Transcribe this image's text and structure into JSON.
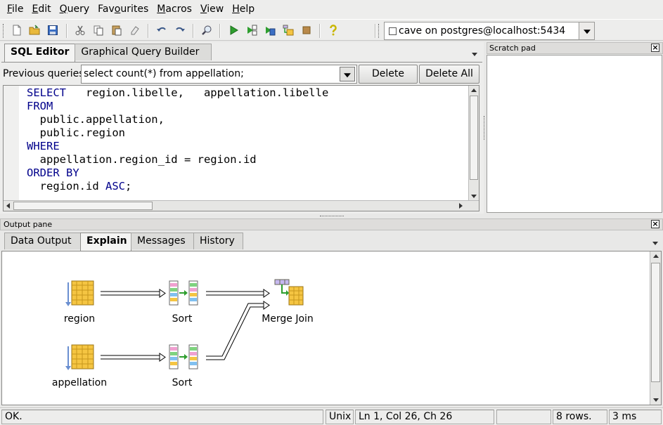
{
  "menu": {
    "items": [
      {
        "mnemonic": "F",
        "rest": "ile"
      },
      {
        "mnemonic": "E",
        "rest": "dit"
      },
      {
        "mnemonic": "Q",
        "rest": "uery"
      },
      {
        "mnemonic": "",
        "rest": "Fav",
        "mnemonic2": "o",
        "rest2": "urites"
      },
      {
        "mnemonic": "M",
        "rest": "acros"
      },
      {
        "mnemonic": "V",
        "rest": "iew"
      },
      {
        "mnemonic": "H",
        "rest": "elp"
      }
    ]
  },
  "toolbar": {
    "connection": "cave on postgres@localhost:5434"
  },
  "editor": {
    "tabs": [
      "SQL Editor",
      "Graphical Query Builder"
    ],
    "active_tab": "SQL Editor",
    "previous_queries_label": "Previous queries",
    "previous_query_value": "select count(*) from appellation;",
    "delete_label": "Delete",
    "delete_all_label": "Delete All",
    "sql_lines": [
      [
        {
          "t": "SELECT",
          "kw": true
        },
        {
          "t": "   region.libelle,   appellation.libelle",
          "kw": false
        }
      ],
      [
        {
          "t": "FROM",
          "kw": true
        }
      ],
      [
        {
          "t": "  public.appellation,",
          "kw": false
        }
      ],
      [
        {
          "t": "  public.region",
          "kw": false
        }
      ],
      [
        {
          "t": "WHERE",
          "kw": true
        }
      ],
      [
        {
          "t": "  appellation.region_id = region.id",
          "kw": false
        }
      ],
      [
        {
          "t": "ORDER BY",
          "kw": true
        }
      ],
      [
        {
          "t": "  region.id ",
          "kw": false
        },
        {
          "t": "ASC",
          "kw": true
        },
        {
          "t": ";",
          "kw": false
        }
      ]
    ]
  },
  "scratch_pad": {
    "title": "Scratch pad",
    "close_glyph": "×"
  },
  "output": {
    "title": "Output pane",
    "close_glyph": "×",
    "tabs": [
      "Data Output",
      "Explain",
      "Messages",
      "History"
    ],
    "active_tab": "Explain",
    "plan_nodes": {
      "region": "region",
      "sort1": "Sort",
      "merge": "Merge Join",
      "appellation": "appellation",
      "sort2": "Sort"
    }
  },
  "status": {
    "message": "OK.",
    "line_endings": "Unix",
    "position": "Ln 1, Col 26, Ch 26",
    "rows": "8 rows.",
    "time": "3 ms"
  },
  "colors": {
    "keyword": "#00008b",
    "table_icon": "#f5c542",
    "accent_green": "#2e9e2e"
  }
}
